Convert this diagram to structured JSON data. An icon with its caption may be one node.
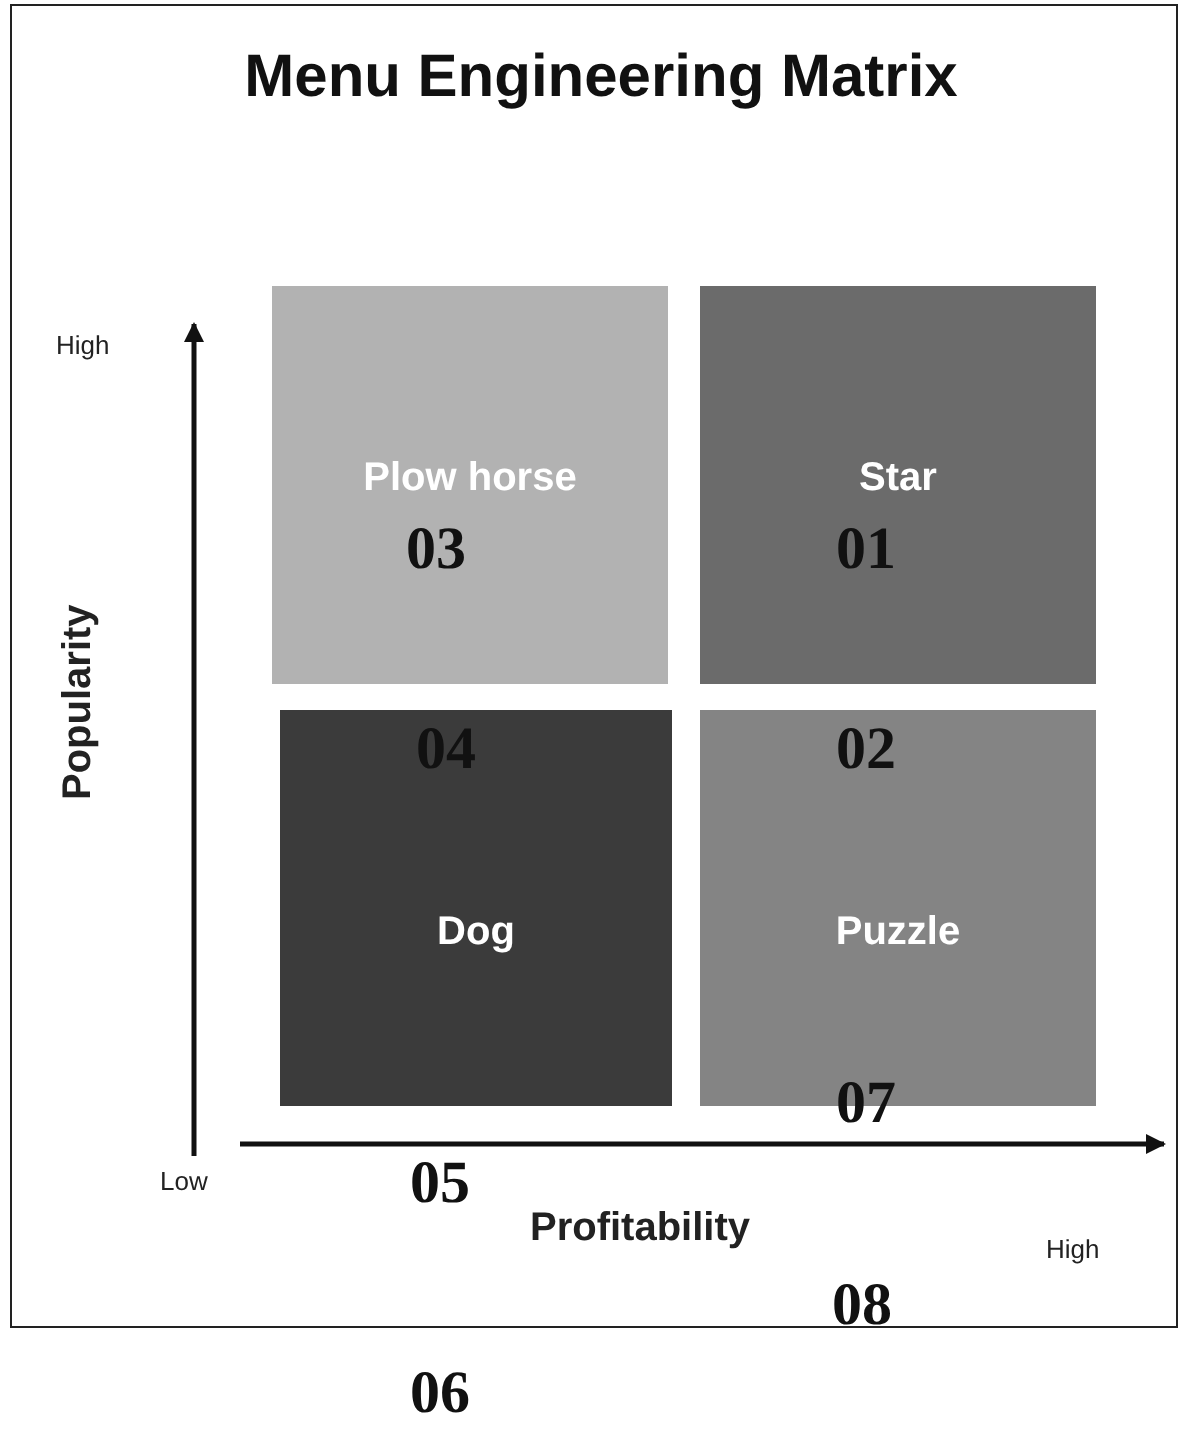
{
  "diagram": {
    "title": "Menu Engineering Matrix",
    "nodes": [
      {
        "text": [
          "Plow horse"
        ]
      },
      {
        "text": [
          "Star"
        ]
      },
      {
        "text": [
          "Dog"
        ]
      },
      {
        "text": [
          "Puzzle"
        ]
      }
    ],
    "labels": [
      "High",
      "03",
      "01",
      "04",
      "02",
      "Popularity",
      "07",
      "Low",
      "05",
      "High",
      "Profitability",
      "08",
      "06"
    ]
  }
}
